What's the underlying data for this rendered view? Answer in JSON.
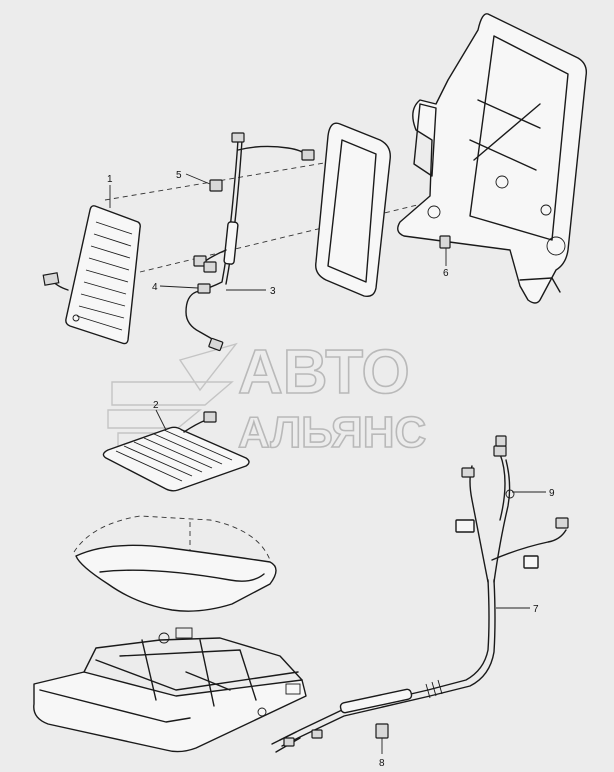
{
  "diagram": {
    "callouts": [
      "1",
      "2",
      "3",
      "4",
      "5",
      "6",
      "7",
      "8",
      "9"
    ]
  },
  "watermark": {
    "line1": "АВТО",
    "line2": "АЛЬЯНС"
  }
}
